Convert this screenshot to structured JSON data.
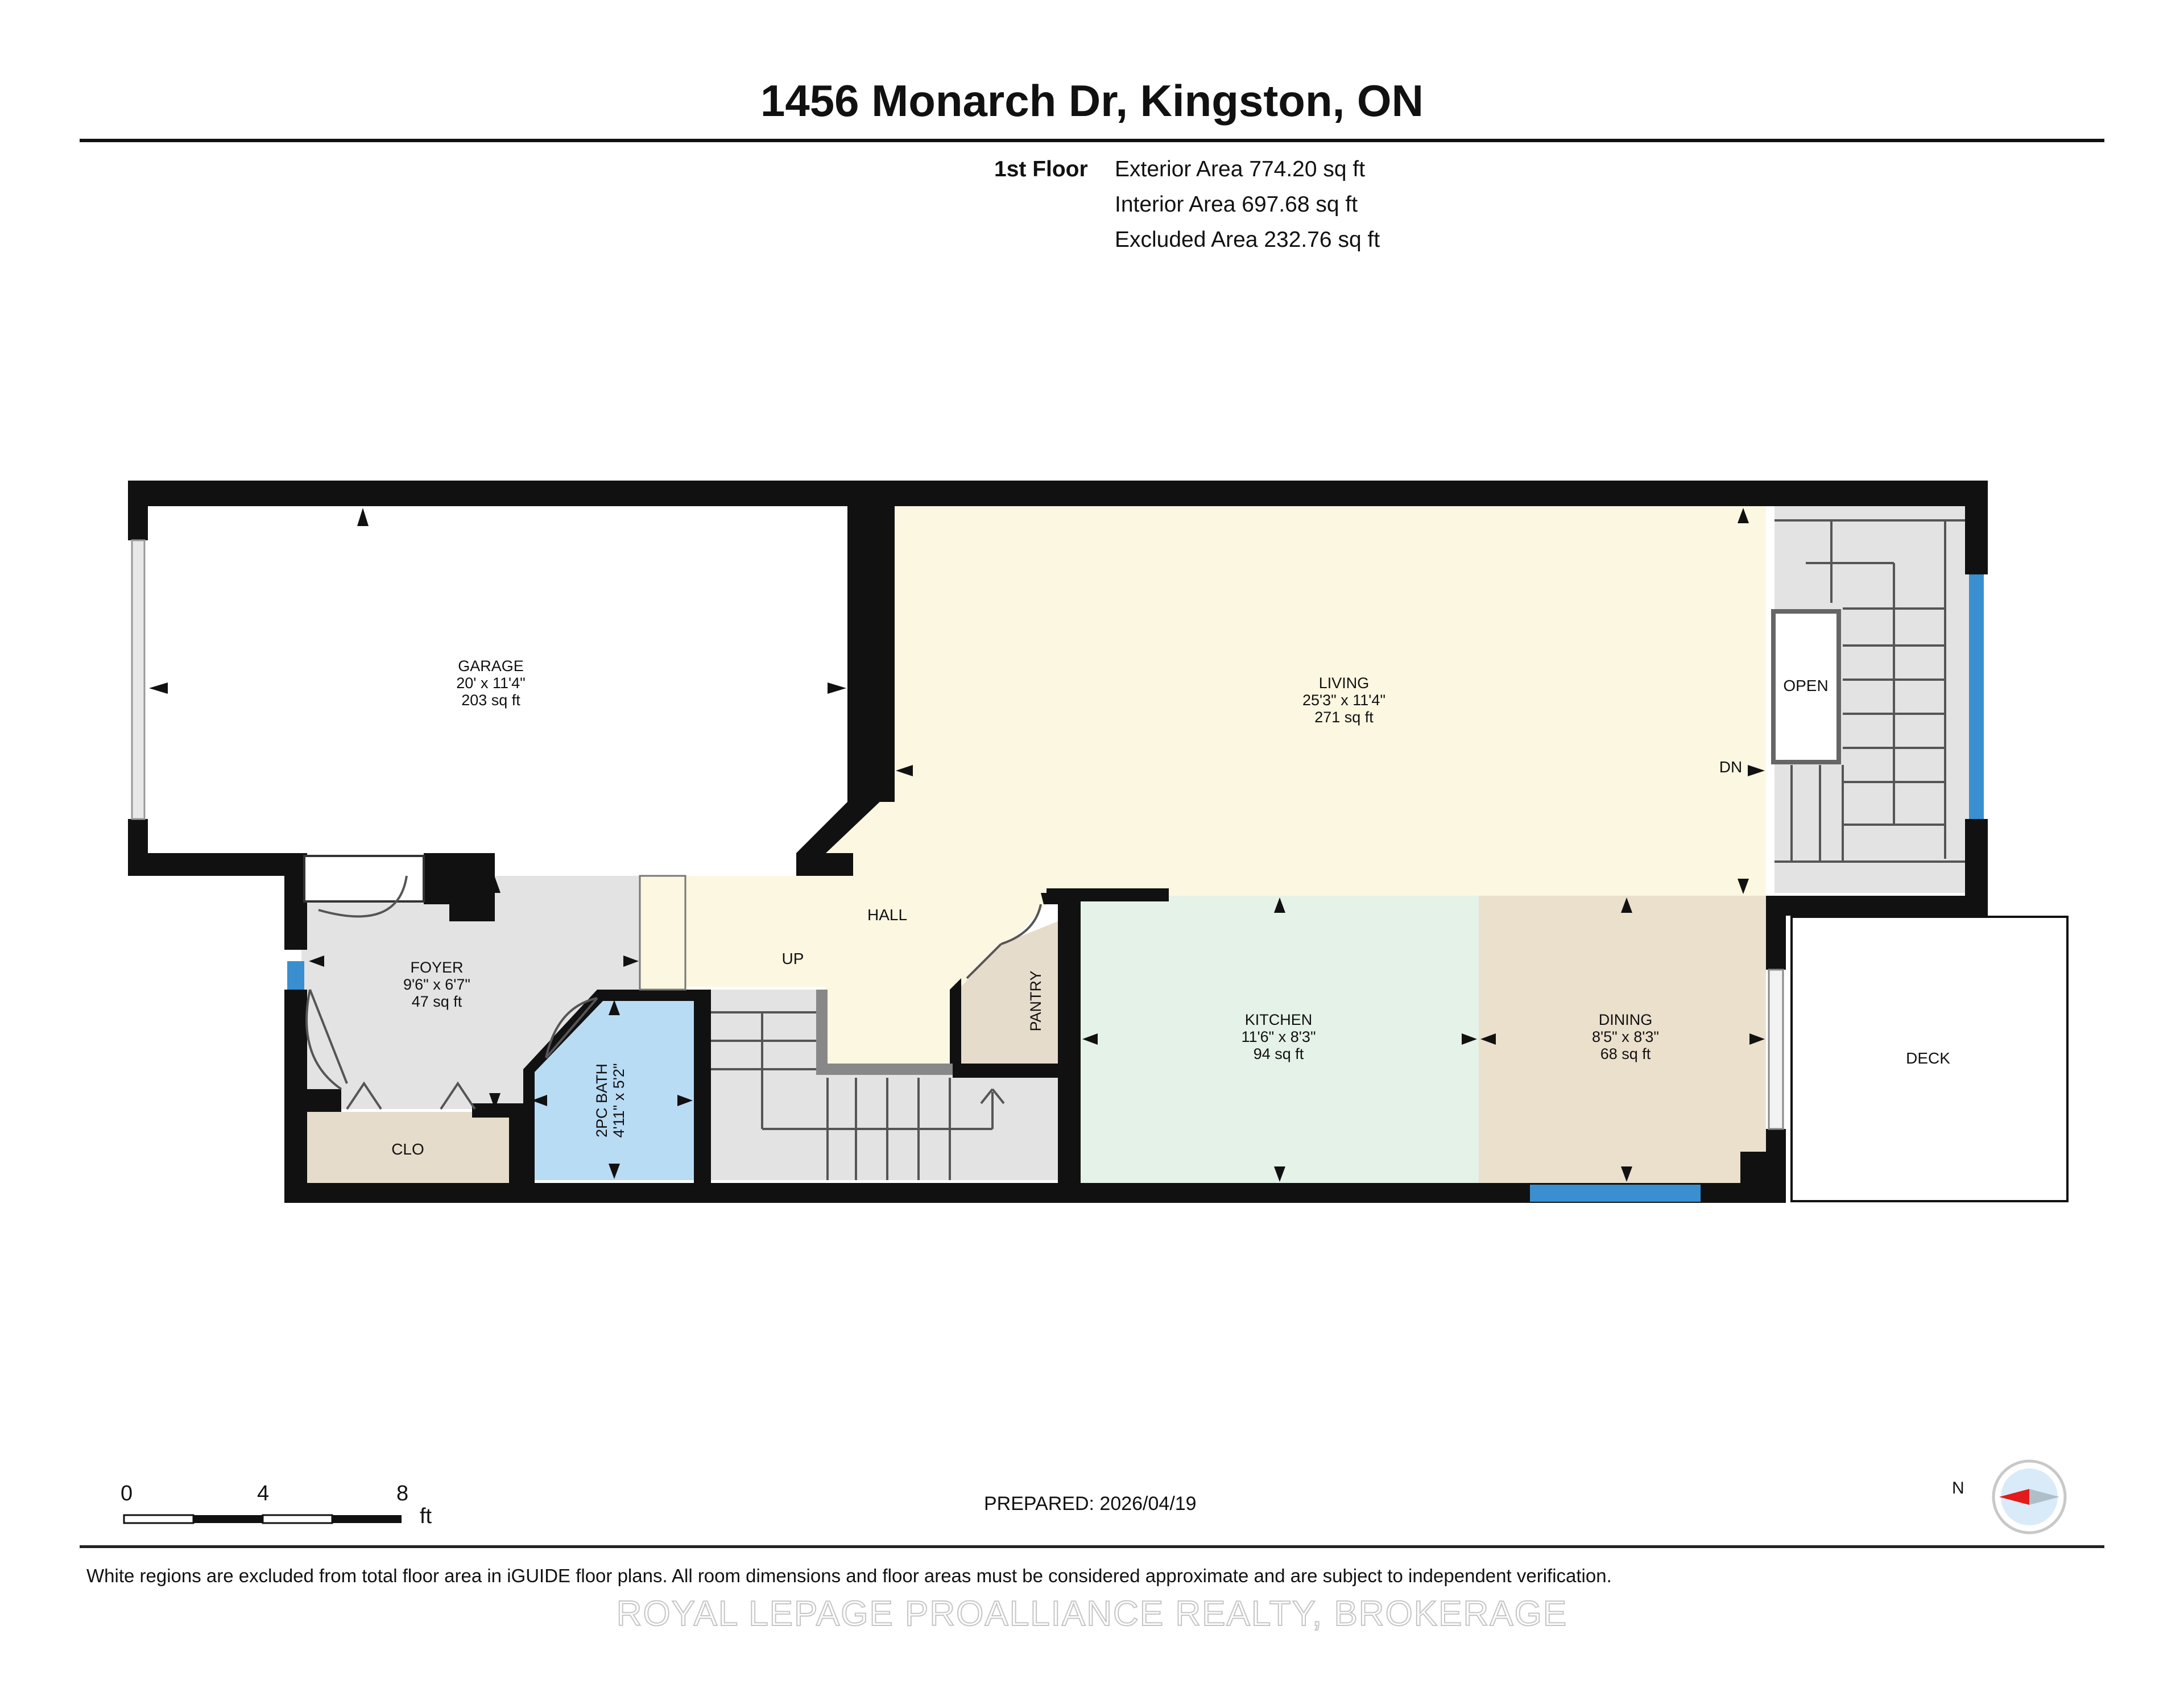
{
  "header": {
    "address": "1456 Monarch Dr, Kingston, ON"
  },
  "floor": {
    "name": "1st Floor",
    "exterior_area": "Exterior Area 774.20 sq ft",
    "interior_area": "Interior Area 697.68 sq ft",
    "excluded_area": "Excluded Area 232.76 sq ft"
  },
  "rooms": {
    "garage": {
      "name": "GARAGE",
      "dims": "20' x 11'4\"",
      "area": "203 sq ft"
    },
    "living": {
      "name": "LIVING",
      "dims": "25'3\" x 11'4\"",
      "area": "271 sq ft"
    },
    "foyer": {
      "name": "FOYER",
      "dims": "9'6\" x 6'7\"",
      "area": "47 sq ft"
    },
    "bath": {
      "name": "2PC BATH",
      "dims": "4'11\" x 5'2\""
    },
    "kitchen": {
      "name": "KITCHEN",
      "dims": "11'6\" x 8'3\"",
      "area": "94 sq ft"
    },
    "dining": {
      "name": "DINING",
      "dims": "8'5\" x 8'3\"",
      "area": "68 sq ft"
    },
    "hall": {
      "name": "HALL"
    },
    "pantry": {
      "name": "PANTRY"
    },
    "closet": {
      "name": "CLO"
    },
    "deck": {
      "name": "DECK"
    }
  },
  "labels": {
    "up": "UP",
    "down": "DN",
    "open": "OPEN"
  },
  "scale_bar": {
    "ticks": [
      "0",
      "4",
      "8"
    ],
    "unit": "ft"
  },
  "footer": {
    "prepared": "PREPARED: 2026/04/19",
    "disclaimer": "White regions are excluded from total floor area in iGUIDE floor plans. All room dimensions and floor areas must be considered approximate and are subject to independent verification.",
    "watermark": "ROYAL LEPAGE PROALLIANCE REALTY, BROKERAGE"
  },
  "compass": {
    "label": "N"
  },
  "colors": {
    "wall": "#111111",
    "living": "#fbf7e1",
    "garage": "#ffffff",
    "foyer": "#e3e3e3",
    "bath": "#b9dcf5",
    "kitchen": "#e5f2e8",
    "dining": "#ebe0cc",
    "pantry": "#e6dccb",
    "closet": "#e6dccb",
    "stairs": "#e3e3e3",
    "window": "#3a8fd0",
    "compass_needle": "#e31b1b"
  }
}
